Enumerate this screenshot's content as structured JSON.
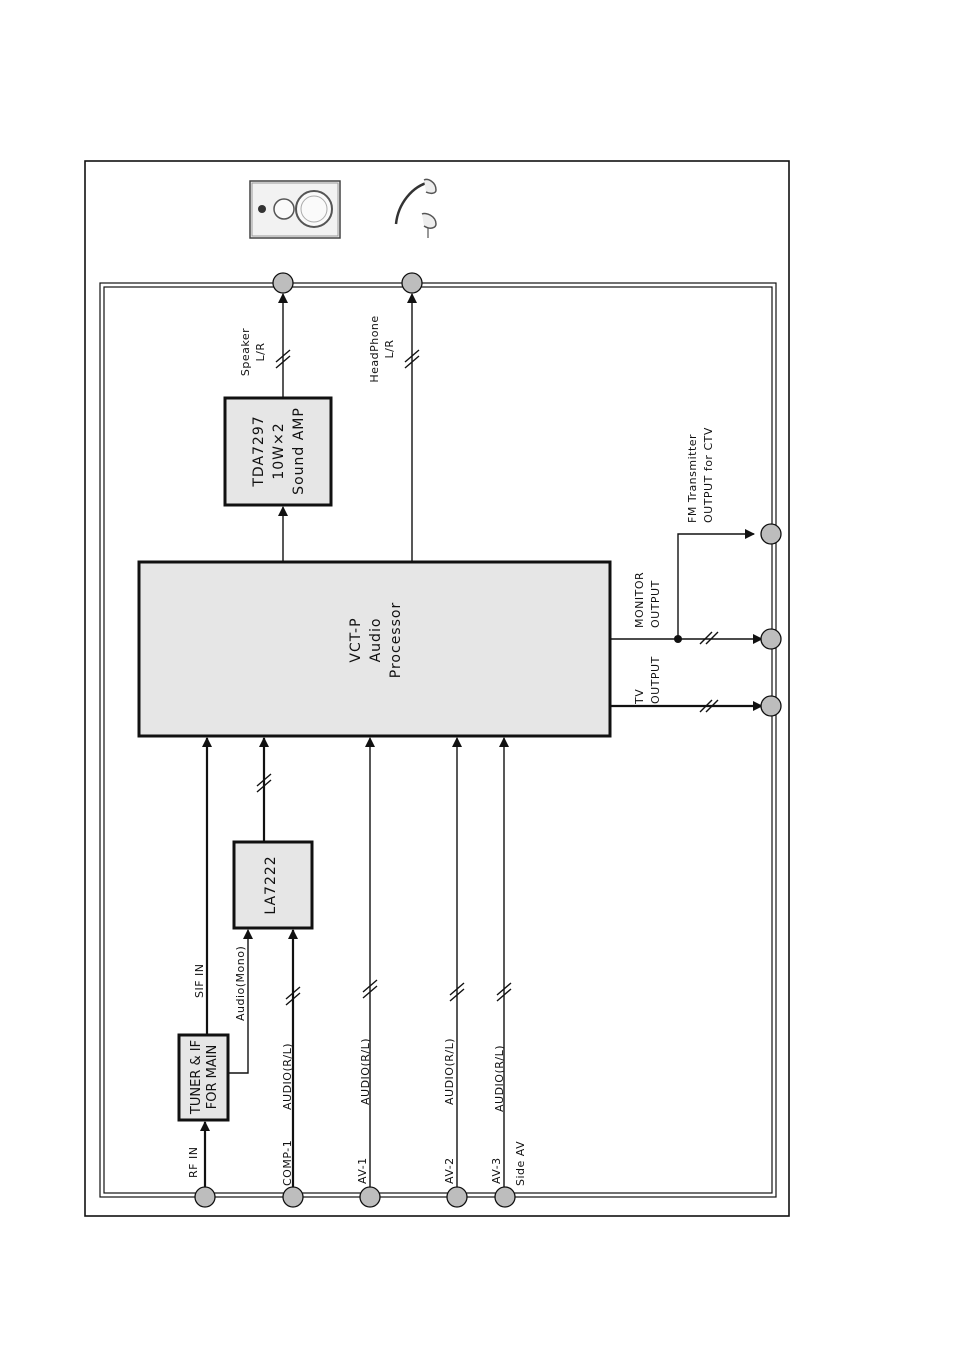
{
  "blocks": {
    "tuner": [
      "TUNER & IF",
      "FOR MAIN"
    ],
    "la7222": "LA7222",
    "vct": [
      "VCT-P",
      "Audio",
      "Processor"
    ],
    "amp": [
      "TDA7297",
      "10W×2",
      "Sound AMP"
    ]
  },
  "inputs": {
    "rf_in": "RF IN",
    "comp1": "COMP-1",
    "av1": "AV-1",
    "av2": "AV-2",
    "av3": "AV-3",
    "side_av": "Side AV"
  },
  "signals": {
    "sif_in": "SIF IN",
    "audio_mono": "Audio(Mono)",
    "audio_rl": "AUDIO(R/L)"
  },
  "outputs": {
    "speaker": [
      "Speaker",
      "L/R"
    ],
    "headphone": [
      "HeadPhone",
      "L/R"
    ],
    "tv_output": [
      "TV",
      "OUTPUT"
    ],
    "monitor_output": [
      "MONITOR",
      "OUTPUT"
    ],
    "fm_transmitter": [
      "FM Transmitter",
      "OUTPUT for CTV"
    ]
  },
  "icons": [
    "speaker-icon",
    "headphone-icon"
  ]
}
